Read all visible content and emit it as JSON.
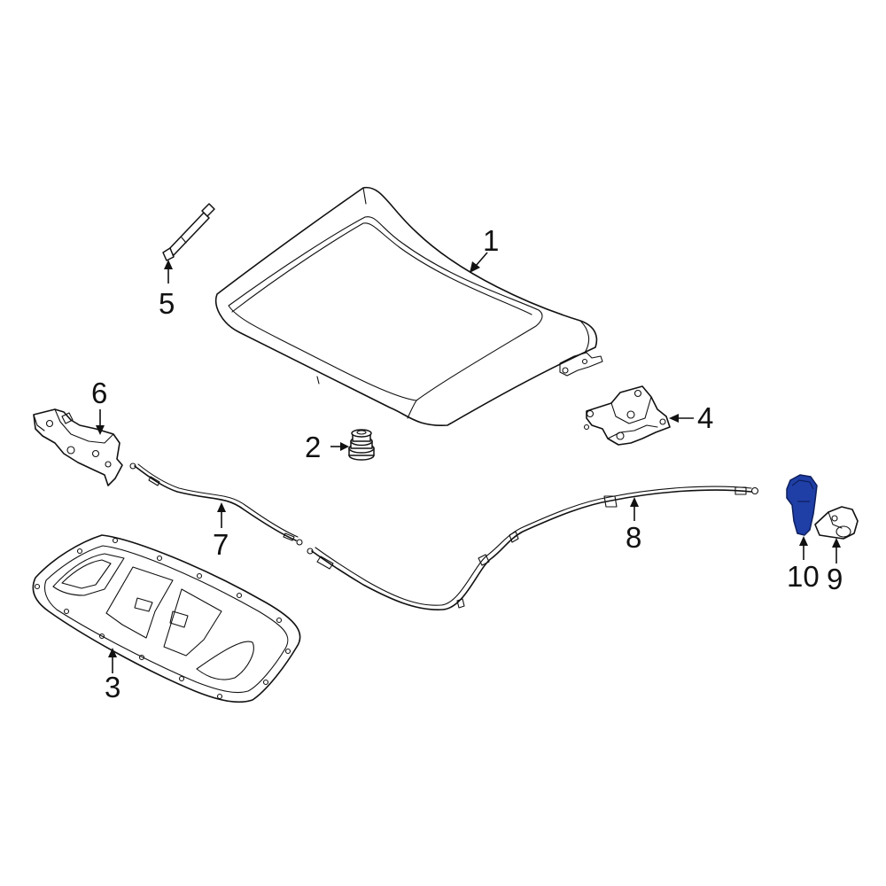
{
  "callouts": [
    {
      "id": "1",
      "label": "1"
    },
    {
      "id": "2",
      "label": "2"
    },
    {
      "id": "3",
      "label": "3"
    },
    {
      "id": "4",
      "label": "4"
    },
    {
      "id": "5",
      "label": "5"
    },
    {
      "id": "6",
      "label": "6"
    },
    {
      "id": "7",
      "label": "7"
    },
    {
      "id": "8",
      "label": "8"
    },
    {
      "id": "9",
      "label": "9"
    },
    {
      "id": "10",
      "label": "10"
    }
  ],
  "highlight_color": "#1f3fa6",
  "line_color": "#111111"
}
